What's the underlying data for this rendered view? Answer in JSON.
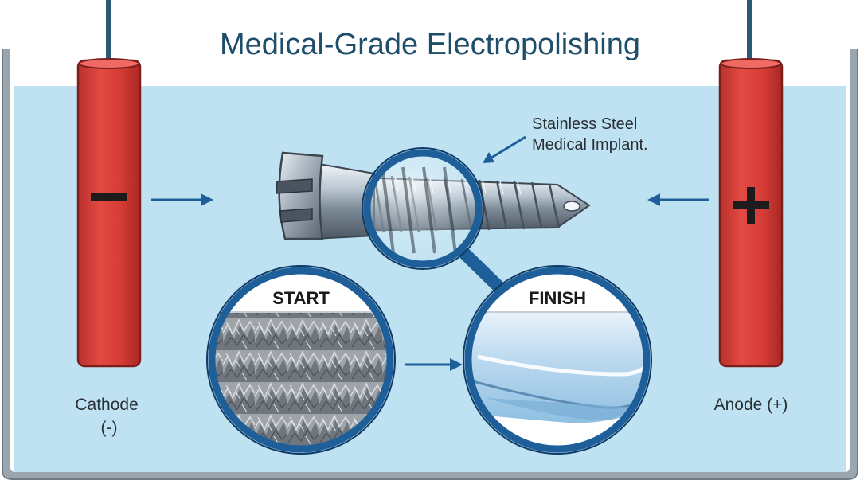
{
  "title": "Medical-Grade Electropolishing",
  "implant_label": "Stainless Steel\nMedical Implant.",
  "start_label": "START",
  "finish_label": "FINISH",
  "cathode": {
    "label": "Cathode\n(-)"
  },
  "anode": {
    "label": "Anode (+)"
  },
  "colors": {
    "title": "#1f4e6b",
    "electrolyte": "#bfe2f2",
    "electrode": "#e0443e",
    "lens_ring": "#1e5f9a",
    "tank": "#9aa5ae",
    "wire": "#2c5a75"
  },
  "icons": [
    "minus-icon",
    "plus-icon",
    "arrow-right-icon",
    "arrow-left-icon",
    "magnifier-icon",
    "screw-icon"
  ]
}
